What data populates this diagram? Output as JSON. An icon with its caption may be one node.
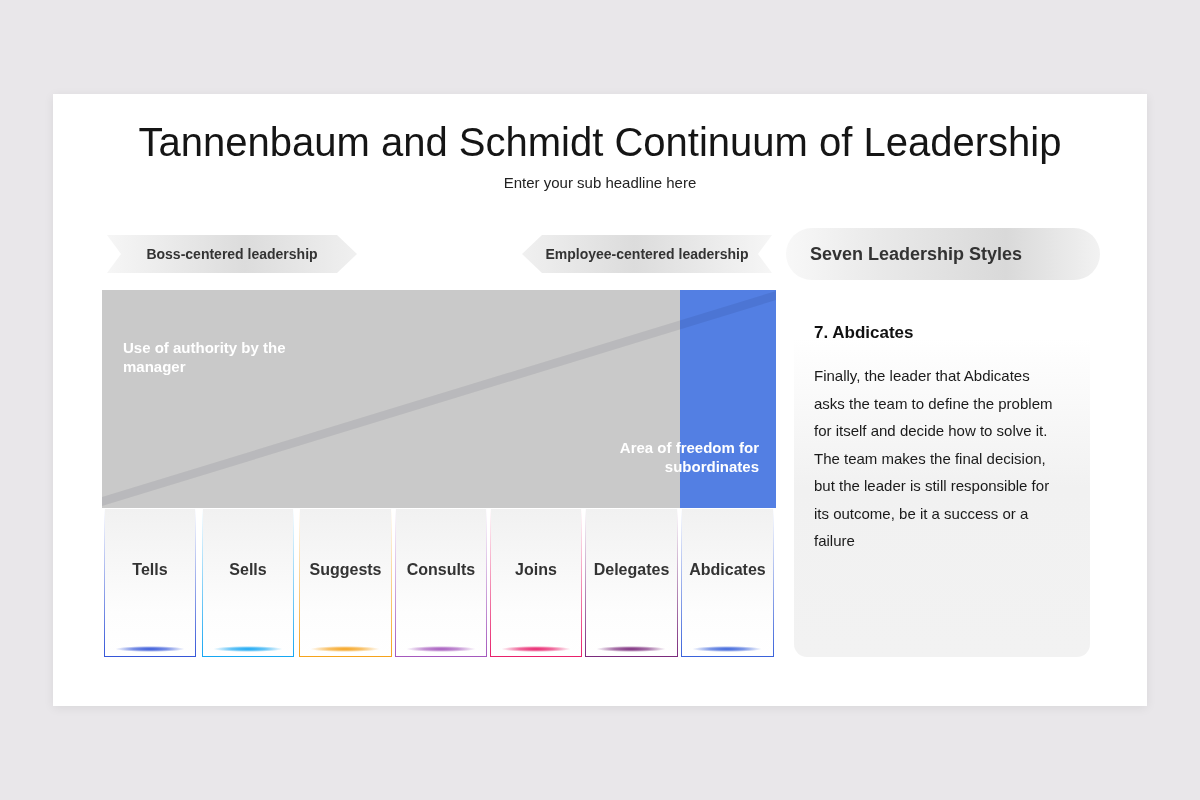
{
  "diagram": {
    "title": "Tannenbaum and Schmidt Continuum of Leadership",
    "nodes": [
      {
        "text": [
          "Boss-centered leadership"
        ]
      },
      {
        "text": [
          "Employee-centered leadership"
        ]
      },
      {
        "text": [
          "Seven Leadership Styles"
        ]
      },
      {
        "text": [
          "Use of authority by the manager"
        ]
      },
      {
        "text": [
          "Area of freedom for subordinates"
        ]
      },
      {
        "text": [
          "Tells"
        ]
      },
      {
        "text": [
          "Sells"
        ]
      },
      {
        "text": [
          "Suggests"
        ]
      },
      {
        "text": [
          "Consults"
        ]
      },
      {
        "text": [
          "Joins"
        ]
      },
      {
        "text": [
          "Delegates"
        ]
      },
      {
        "text": [
          "Abdicates"
        ]
      },
      {
        "text": [
          "7. Abdicates",
          "Finally, the leader that Abdicates asks the team to define the problem for itself and decide how to solve it. The team makes the final decision, but the leader is still responsible for its outcome, be it a success or a failure"
        ]
      }
    ],
    "labels": [
      "Enter your sub headline here"
    ]
  }
}
